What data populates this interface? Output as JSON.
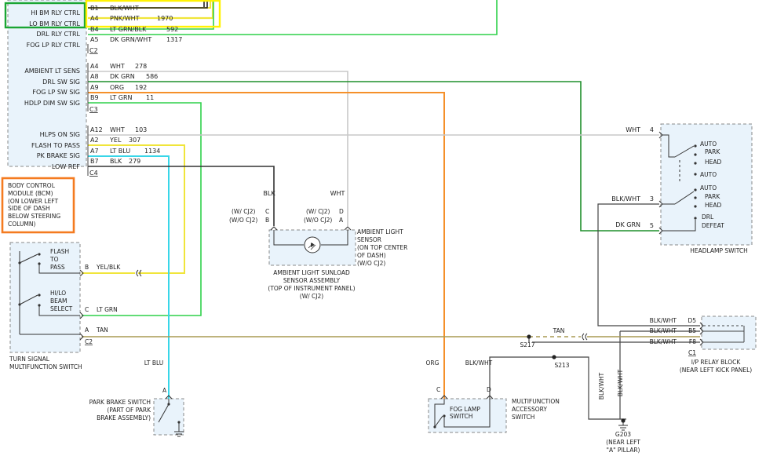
{
  "bcm": {
    "pins_top": [
      {
        "sig": "HI BM RLY CTRL",
        "pin": "B1",
        "wire": "BLK/WHT",
        "ckt": ""
      },
      {
        "sig": "LO BM RLY CTRL",
        "pin": "A4",
        "wire": "PNK/WHT",
        "ckt": "1970"
      },
      {
        "sig": "",
        "pin": "B4",
        "wire": "LT GRN/BLK",
        "ckt": "592"
      },
      {
        "sig": "DRL RLY CTRL",
        "pin": "A5",
        "wire": "DK GRN/WHT",
        "ckt": "1317"
      },
      {
        "sig": "FOG LP RLY CTRL",
        "pin": "",
        "wire": "",
        "ckt": ""
      }
    ],
    "conn_c2": "C2",
    "pins_mid": [
      {
        "sig": "AMBIENT LT SENS",
        "pin": "A4",
        "wire": "WHT",
        "ckt": "278"
      },
      {
        "sig": "DRL SW SIG",
        "pin": "A8",
        "wire": "DK GRN",
        "ckt": "586"
      },
      {
        "sig": "FOG LP SW SIG",
        "pin": "A9",
        "wire": "ORG",
        "ckt": "192"
      },
      {
        "sig": "HDLP DIM SW SIG",
        "pin": "B9",
        "wire": "LT GRN",
        "ckt": "11"
      }
    ],
    "conn_c3": "C3",
    "pins_bot": [
      {
        "sig": "HLPS ON SIG",
        "pin": "A12",
        "wire": "WHT",
        "ckt": "103"
      },
      {
        "sig": "FLASH TO PASS",
        "pin": "A2",
        "wire": "YEL",
        "ckt": "307"
      },
      {
        "sig": "PK BRAKE SIG",
        "pin": "A7",
        "wire": "LT BLU",
        "ckt": "1134"
      },
      {
        "sig": "LOW REF",
        "pin": "B7",
        "wire": "BLK",
        "ckt": "279"
      }
    ],
    "conn_c4": "C4",
    "title_lines": [
      "BODY CONTROL",
      "MODULE (BCM)",
      "(ON LOWER LEFT",
      "SIDE OF DASH",
      "BELOW STEERING",
      "COLUMN)"
    ]
  },
  "headlamp_switch": {
    "pins": [
      {
        "wire": "WHT",
        "num": "4"
      },
      {
        "wire": "BLK/WHT",
        "num": "3"
      },
      {
        "wire": "DK GRN",
        "num": "5"
      }
    ],
    "positions": [
      "AUTO",
      "PARK",
      "HEAD",
      "AUTO",
      "AUTO",
      "PARK",
      "HEAD",
      "DRL",
      "DEFEAT"
    ],
    "label": "HEADLAMP SWITCH"
  },
  "ambient_sensor": {
    "wire_left": "BLK",
    "wire_right": "WHT",
    "var_cj2": "(W/ CJ2)",
    "var_ocj2": "(W/O CJ2)",
    "pin_c": "C",
    "pin_b": "B",
    "pin_d": "D",
    "pin_a": "A",
    "sensor_label": [
      "AMBIENT LIGHT",
      "SENSOR",
      "(ON TOP CENTER",
      "OF DASH)",
      "(W/O CJ2)"
    ],
    "assembly_label": [
      "AMBIENT LIGHT SUNLOAD",
      "SENSOR ASSEMBLY",
      "(TOP OF INSTRUMENT PANEL)",
      "(W/ CJ2)"
    ]
  },
  "turn_signal": {
    "flash_lines": [
      "FLASH",
      "TO",
      "PASS"
    ],
    "hilo_lines": [
      "HI/LO",
      "BEAM",
      "SELECT"
    ],
    "pins": [
      {
        "pin": "B",
        "wire": "YEL/BLK"
      },
      {
        "pin": "C",
        "wire": "LT GRN"
      },
      {
        "pin": "A",
        "wire": "TAN"
      }
    ],
    "conn": "C2",
    "label": [
      "TURN SIGNAL",
      "MULTIFUNCTION SWITCH"
    ]
  },
  "park_brake": {
    "wire": "LT BLU",
    "pin": "A",
    "label": [
      "PARK BRAKE SWITCH",
      "(PART OF PARK",
      "BRAKE ASSEMBLY)"
    ]
  },
  "fog_switch": {
    "wire_left": "ORG",
    "wire_right": "BLK/WHT",
    "pin_c": "C",
    "pin_d": "D",
    "lines": [
      "FOG LAMP",
      "SWITCH"
    ],
    "label": [
      "MULTIFUNCTION",
      "ACCESSORY",
      "SWITCH"
    ]
  },
  "splices": {
    "s217": "S217",
    "s213": "S213",
    "tan": "TAN"
  },
  "relay_block": {
    "pins": [
      {
        "wire": "BLK/WHT",
        "pin": "D5"
      },
      {
        "wire": "BLK/WHT",
        "pin": "B5"
      },
      {
        "wire": "BLK/WHT",
        "pin": "F8"
      }
    ],
    "conn": "C1",
    "label": [
      "I/P RELAY BLOCK",
      "(NEAR LEFT KICK PANEL)"
    ]
  },
  "ground": {
    "wire1": "BLK/WHT",
    "wire2": "BLK/WHT",
    "label": [
      "G203",
      "(NEAR LEFT",
      "\"A\" PILLAR)"
    ]
  },
  "colors": {
    "highlight_yellow": "#fff200",
    "highlight_green": "#1aa533",
    "highlight_orange": "#f47b20",
    "wire_green": "#2fd14a",
    "wire_dkgreen": "#1f8f2b",
    "wire_orange": "#f5902a",
    "wire_yellow": "#f0e53a",
    "wire_cyan": "#38d6e8",
    "wire_white": "#c8c8c8",
    "wire_black": "#333333",
    "wire_tan": "#a89a52"
  }
}
